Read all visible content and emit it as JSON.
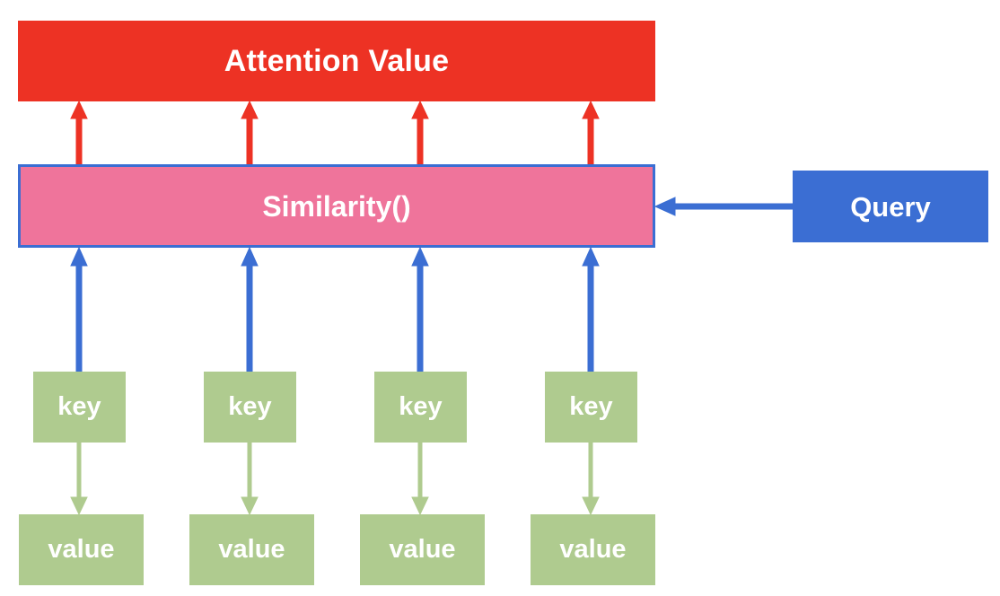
{
  "diagram": {
    "title_block": {
      "label": "Attention Value",
      "color": "#ed3224"
    },
    "similarity_block": {
      "label": "Similarity()",
      "fill": "#ef749b",
      "border": "#3b6ed3"
    },
    "query_block": {
      "label": "Query",
      "color": "#3b6ed3"
    },
    "keys": [
      {
        "label": "key",
        "color": "#afcb8f"
      },
      {
        "label": "key",
        "color": "#afcb8f"
      },
      {
        "label": "key",
        "color": "#afcb8f"
      },
      {
        "label": "key",
        "color": "#afcb8f"
      }
    ],
    "values": [
      {
        "label": "value",
        "color": "#afcb8f"
      },
      {
        "label": "value",
        "color": "#afcb8f"
      },
      {
        "label": "value",
        "color": "#afcb8f"
      },
      {
        "label": "value",
        "color": "#afcb8f"
      }
    ],
    "arrows": {
      "similarity_to_attention_color": "#ed3224",
      "key_to_similarity_color": "#3b6ed3",
      "query_to_similarity_color": "#3b6ed3",
      "key_to_value_color": "#afcb8f"
    }
  }
}
